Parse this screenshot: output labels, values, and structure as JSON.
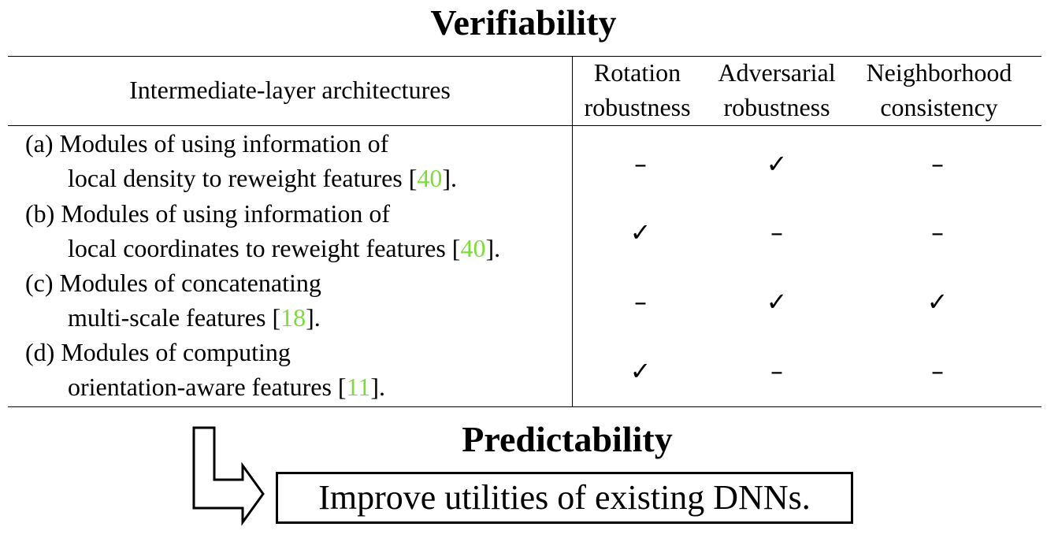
{
  "title_top": "Verifiability",
  "table": {
    "header_arch": "Intermediate-layer architectures",
    "columns": [
      {
        "line1": "Rotation",
        "line2": "robustness"
      },
      {
        "line1": "Adversarial",
        "line2": "robustness"
      },
      {
        "line1": "Neighborhood",
        "line2": "consistency"
      }
    ],
    "rows": [
      {
        "line1": "(a) Modules of using information of",
        "line2_text": "local density to reweight features [",
        "cite": "40",
        "line2_end": "].",
        "rotation": "–",
        "adversarial": "✓",
        "neighborhood": "–"
      },
      {
        "line1": "(b) Modules of using information of",
        "line2_text": "local coordinates to reweight features [",
        "cite": "40",
        "line2_end": "].",
        "rotation": "✓",
        "adversarial": "–",
        "neighborhood": "–"
      },
      {
        "line1": "(c) Modules of concatenating",
        "line2_text": "multi-scale features [",
        "cite": "18",
        "line2_end": "].",
        "rotation": "–",
        "adversarial": "✓",
        "neighborhood": "✓"
      },
      {
        "line1": "(d) Modules of computing",
        "line2_text": "orientation-aware features [",
        "cite": "11",
        "line2_end": "].",
        "rotation": "✓",
        "adversarial": "–",
        "neighborhood": "–"
      }
    ]
  },
  "title_bottom": "Predictability",
  "outcome_box": "Improve utilities of existing DNNs.",
  "colors": {
    "citation": "#7ddc3c",
    "text": "#000000",
    "background": "#ffffff"
  },
  "icons": {
    "arrow": "bent-arrow-down-right-icon",
    "check": "checkmark-icon",
    "dash": "dash-icon"
  }
}
